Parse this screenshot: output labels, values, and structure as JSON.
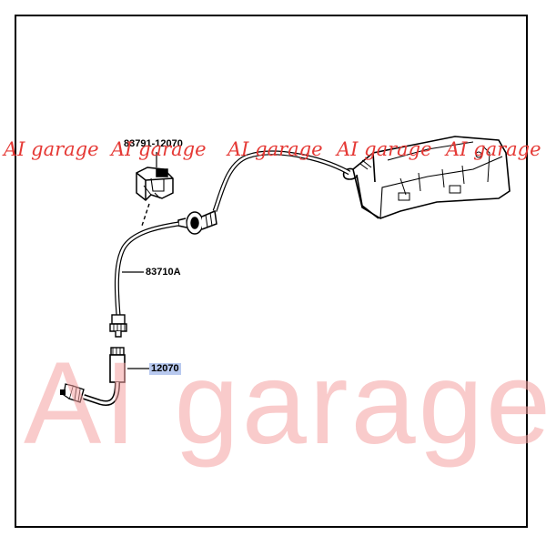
{
  "diagram": {
    "parts": [
      {
        "id": "clip",
        "number": "83791-12070"
      },
      {
        "id": "cable-assy",
        "number": "83710A"
      },
      {
        "id": "speedo-cable",
        "number": "12070",
        "highlighted": true
      }
    ]
  },
  "watermark": {
    "small_text": "AI garage",
    "big_text": "AI garage",
    "color": "#e53935",
    "big_color": "#f4a0a0"
  },
  "colors": {
    "line": "#000000",
    "highlight": "#b8c9ef",
    "background": "#ffffff"
  }
}
